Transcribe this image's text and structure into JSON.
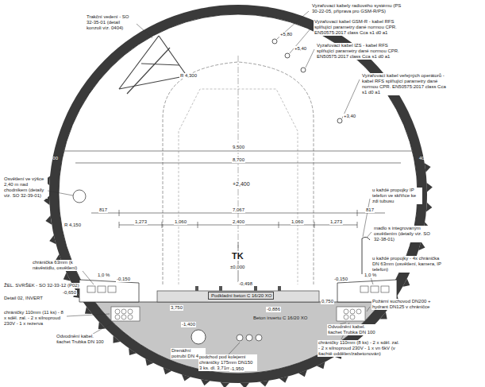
{
  "diagram": {
    "nodes": [
      {
        "text": [
          "Podkladní beton C 16/20 XO"
        ]
      },
      {
        "text": [
          "Beton invertu C 16/20 XO"
        ]
      }
    ],
    "labels": [
      "Trakční vedení - SO 32-35-01 (detail konzoli viz. 0404)",
      "Vyzařovací kabely radiového systému (PS 30-22-05, příprava pro GSM-R/PS)",
      "Vyzařovací kabel GSM-R - kabel RFS splňující parametry dané normou CPR. EN50575:2017 class Cca s1 d0 a1",
      "Vyzařovací kabel IZS - kabel RFS splňující parametry dané normou CPR. EN50575:2017 class Cca s1 d0 a1",
      "Vyzařovací kabel veřejných operátorů - kabel RFS splňující parametry dané normou CPR. EN50575:2017 class Cca s1 d0 a1",
      "+5,80",
      "+5,40",
      "+3,40",
      "R 4,300",
      "9,500",
      "8,700",
      "+2,400",
      "817",
      "7,067",
      "817",
      "1,273",
      "1,060",
      "2,400",
      "1,060",
      "1,273",
      "R 4,150",
      "400",
      "400",
      "Osvětlení ve výšce 2,40 m nad chodníkem (detaily viz. SO 32-39-01)",
      "u každé propojky IP telefon ve skříňce ke zdi tubusu",
      "madlo s integrovaným osvětlením (detaily viz. SO 32-38-01)",
      "TK",
      "±0,000",
      "chránička 63mm (k návěstidlu, osvětlení)",
      "1,0 %",
      "-0,150",
      "-0,150",
      "1,0 %",
      "ŽEL. SVRŠEK - SO 32-33-12 (P02)",
      "-0,650",
      "Detail 02, INVERT",
      "chráničky 110mm (11 ks) - 8 x sděl. zal. - 2 x silnoproud 230V - 1 x rezerva",
      "Odvodnění kabel. šachet Trubka DN 100",
      "-1,400",
      "3,750",
      "-0,498",
      "-0,886",
      "0,750",
      "Požární suchovod DN200 + hydrant DN125 v chráničce",
      "u každé propojky - 4x chránička DN 63mm (osvětlení, kamera, IP telefon)",
      "Odvodnění kabel. šachet Trubka DN 100",
      "chráničky 110mm (8 ks) - 2 x sděl. zal. - 2 x silnoproud 230V - 1 x vn 6kV (v šachtě oddělen/zabetonován)",
      "Drenážní potrubí DN 400",
      "podchod pod kolejemi chráničky 175mm DN150 3 ks. dl. 3,71m",
      "-1,950"
    ]
  }
}
